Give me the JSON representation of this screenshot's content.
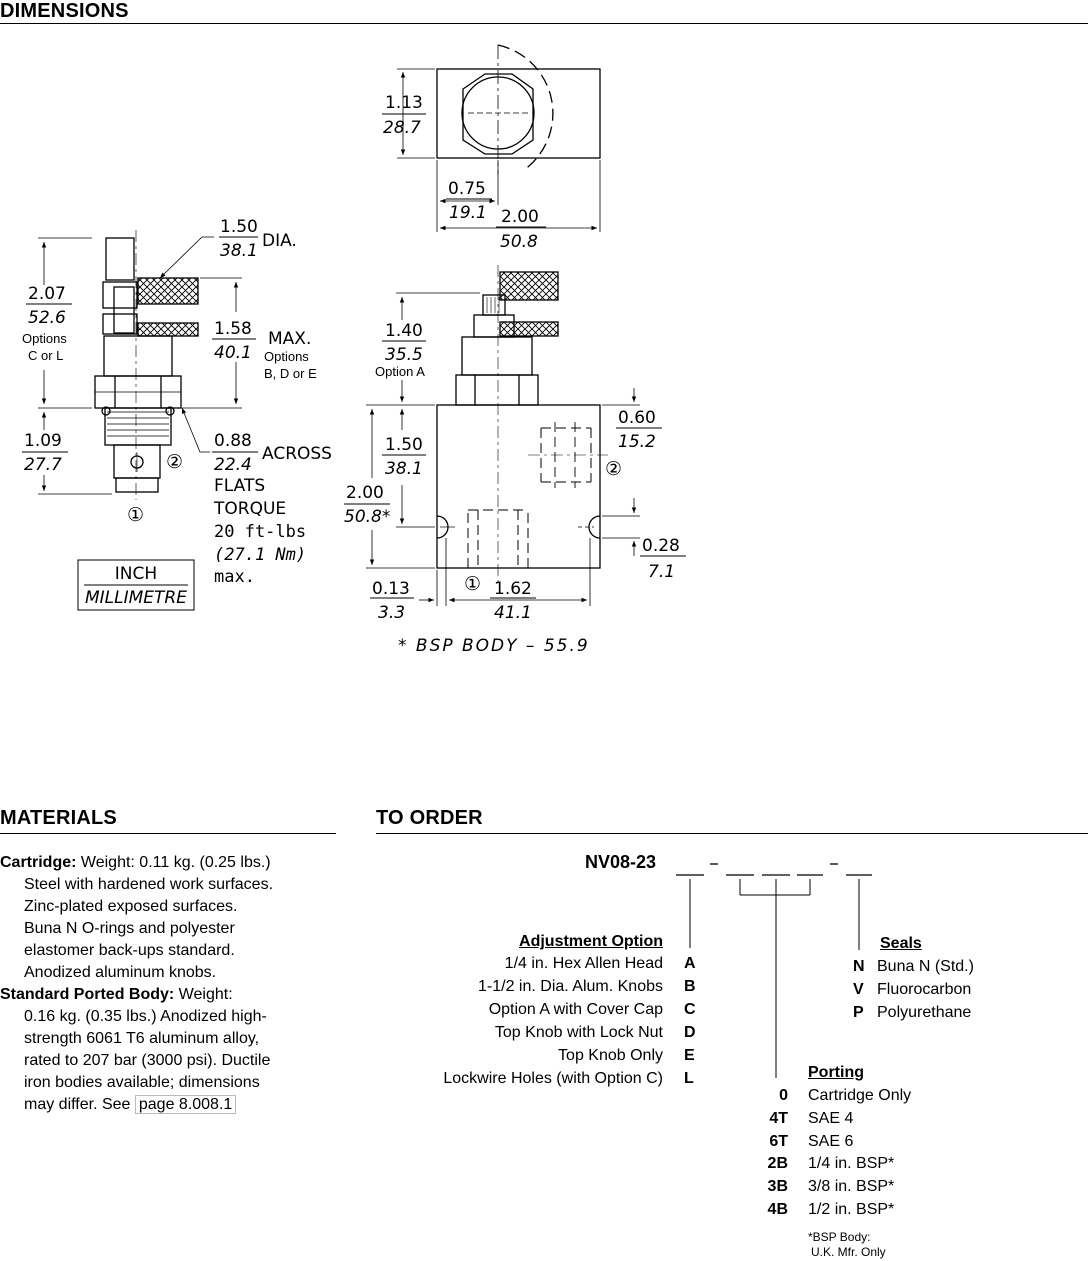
{
  "sections": {
    "dimensions": "DIMENSIONS",
    "materials": "MATERIALS",
    "to_order": "TO ORDER"
  },
  "drawing": {
    "top_view": {
      "h_in": "1.13",
      "h_mm": "28.7",
      "hex_in": "0.75",
      "hex_mm": "19.1",
      "w_in": "2.00",
      "w_mm": "50.8"
    },
    "cartridge": {
      "knob_in": "1.50",
      "knob_mm": "38.1",
      "knob_suffix": "DIA.",
      "ht_in": "2.07",
      "ht_mm": "52.6",
      "ht_note1": "Options",
      "ht_note2": "C or L",
      "max_in": "1.58",
      "max_mm": "40.1",
      "max_suffix": "MAX.",
      "max_note1": "Options",
      "max_note2": "B, D or E",
      "low_in": "1.09",
      "low_mm": "27.7",
      "flats_in": "0.88",
      "flats_mm": "22.4",
      "flats_s1": "ACROSS",
      "flats_s2": "FLATS",
      "torque1": "TORQUE",
      "torque2": "20 ft-lbs",
      "torque3": "(27.1 Nm)",
      "torque4": "max.",
      "port1": "①",
      "port2": "②"
    },
    "legend": {
      "inch": "INCH",
      "mm": "MILLIMETRE"
    },
    "body": {
      "optA_in": "1.40",
      "optA_mm": "35.5",
      "optA_note": "Option A",
      "b150_in": "1.50",
      "b150_mm": "38.1",
      "b200_in": "2.00",
      "b200_mm": "50.8*",
      "r060_in": "0.60",
      "r060_mm": "15.2",
      "r028_in": "0.28",
      "r028_mm": "7.1",
      "b013_in": "0.13",
      "b013_mm": "3.3",
      "b162_in": "1.62",
      "b162_mm": "41.1",
      "bsp_note": "* BSP BODY – 55.9",
      "port1": "①",
      "port2": "②"
    }
  },
  "materials": {
    "cartridge_label": "Cartridge:",
    "cartridge_first": " Weight: 0.11 kg. (0.25 lbs.)",
    "cartridge_lines": [
      "Steel with hardened work surfaces.",
      "Zinc-plated exposed surfaces.",
      "Buna N O-rings and polyester",
      "elastomer back-ups standard.",
      "Anodized aluminum knobs."
    ],
    "body_label": "Standard Ported Body:",
    "body_first": " Weight:",
    "body_lines": [
      "0.16 kg. (0.35 lbs.) Anodized high-",
      "strength 6061 T6 aluminum alloy,",
      "rated to 207 bar (3000 psi). Ductile",
      "iron bodies available; dimensions"
    ],
    "body_last_prefix": "may differ. See ",
    "body_link": "page 8.008.1"
  },
  "order": {
    "model": "NV08-23",
    "adjustment": {
      "title": "Adjustment Option",
      "items": [
        {
          "label": "1/4 in. Hex Allen Head",
          "code": "A"
        },
        {
          "label": "1-1/2 in. Dia. Alum. Knobs",
          "code": "B"
        },
        {
          "label": "Option A with Cover Cap",
          "code": "C"
        },
        {
          "label": "Top Knob with Lock Nut",
          "code": "D"
        },
        {
          "label": "Top Knob Only",
          "code": "E"
        },
        {
          "label": "Lockwire Holes (with Option C)",
          "code": "L"
        }
      ]
    },
    "seals": {
      "title": "Seals",
      "items": [
        {
          "code": "N",
          "label": "Buna N (Std.)"
        },
        {
          "code": "V",
          "label": "Fluorocarbon"
        },
        {
          "code": "P",
          "label": "Polyurethane"
        }
      ]
    },
    "porting": {
      "title": "Porting",
      "items": [
        {
          "code": "0",
          "label": "Cartridge Only"
        },
        {
          "code": "4T",
          "label": "SAE 4"
        },
        {
          "code": "6T",
          "label": "SAE 6"
        },
        {
          "code": "2B",
          "label": "1/4 in. BSP*"
        },
        {
          "code": "3B",
          "label": "3/8 in. BSP*"
        },
        {
          "code": "4B",
          "label": "1/2 in. BSP*"
        }
      ],
      "note1": "*BSP Body:",
      "note2": "U.K. Mfr. Only"
    }
  }
}
